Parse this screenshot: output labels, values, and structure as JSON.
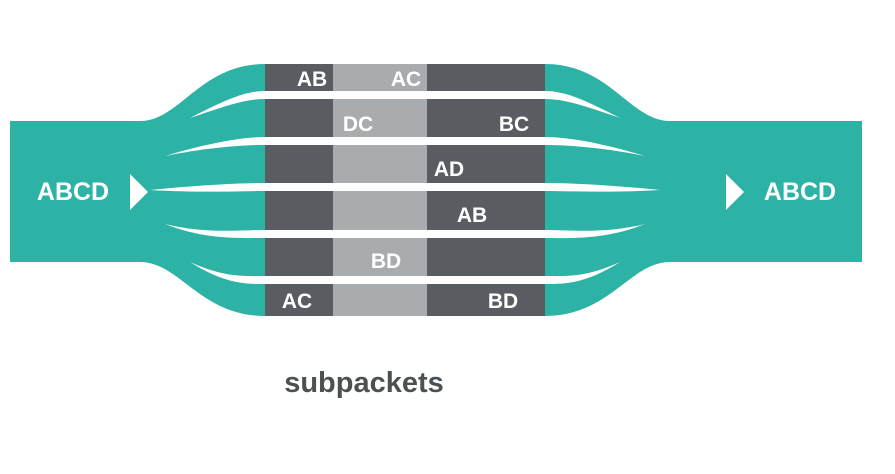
{
  "diagram": {
    "input_label": "ABCD",
    "output_label": "ABCD",
    "caption": "subpackets",
    "colors": {
      "teal": "#2db3a6",
      "dark_segment": "#595c60",
      "light_segment": "#a9acaf",
      "caption_text": "#4b5055",
      "label_text": "#ffffff"
    },
    "lanes": [
      {
        "left": "AB",
        "middle": "AC",
        "right": ""
      },
      {
        "left": "",
        "middle": "DC",
        "right": "BC"
      },
      {
        "left": "",
        "middle": "",
        "right": "AD"
      },
      {
        "left": "",
        "middle": "",
        "right": "AB"
      },
      {
        "left": "",
        "middle": "BD",
        "right": ""
      },
      {
        "left": "AC",
        "middle": "",
        "right": "BD"
      }
    ]
  }
}
